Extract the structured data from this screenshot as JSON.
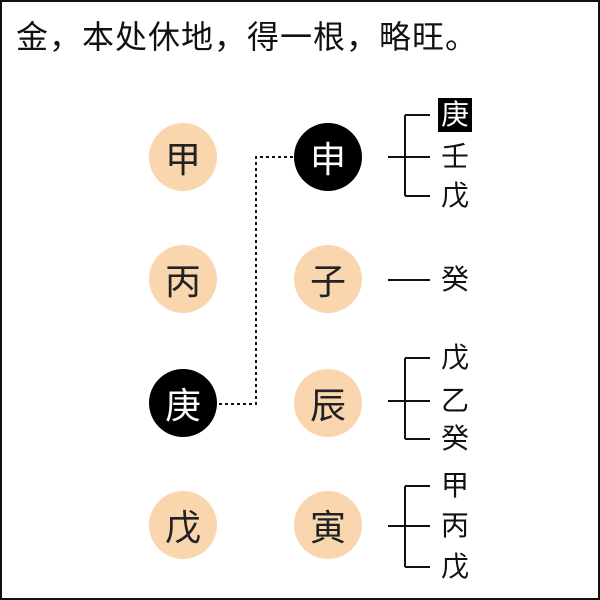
{
  "title": "金，本处休地，得一根，略旺。",
  "heavenly_stems": [
    "甲",
    "丙",
    "庚",
    "戊"
  ],
  "earthly_branches": [
    "申",
    "子",
    "辰",
    "寅"
  ],
  "hidden_stems": [
    [
      "庚",
      "壬",
      "戊"
    ],
    [
      "癸"
    ],
    [
      "戊",
      "乙",
      "癸"
    ],
    [
      "甲",
      "丙",
      "戊"
    ]
  ],
  "colors": {
    "light_circle": "#f9d6ae",
    "dark_circle": "#000000",
    "line": "#111111"
  }
}
